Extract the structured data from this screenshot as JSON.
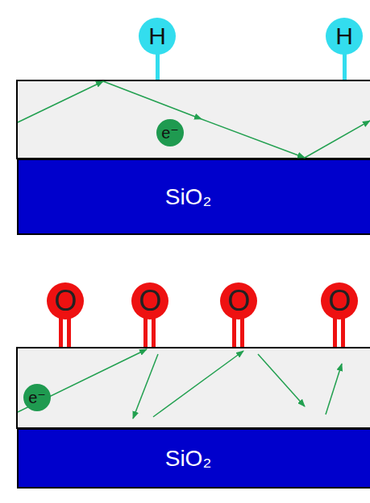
{
  "diagram": {
    "nodes": [
      {
        "text": [
          "H"
        ]
      },
      {
        "text": [
          "H"
        ]
      },
      {
        "text": [
          "e⁻"
        ]
      },
      {
        "text": [
          "SiO₂"
        ]
      },
      {
        "text": [
          "O"
        ]
      },
      {
        "text": [
          "O"
        ]
      },
      {
        "text": [
          "O"
        ]
      },
      {
        "text": [
          "O"
        ]
      },
      {
        "text": [
          "e⁻"
        ]
      },
      {
        "text": [
          "SiO₂"
        ]
      }
    ]
  }
}
